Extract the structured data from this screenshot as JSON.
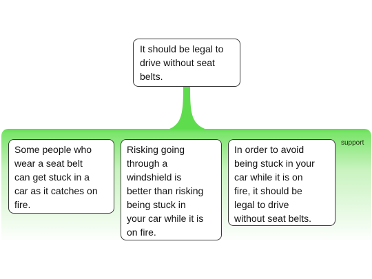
{
  "diagram": {
    "claim": {
      "text": "It should be legal to\ndrive without seat\nbelts."
    },
    "support_group": {
      "label": "support",
      "color": "#5fdc4d"
    },
    "reasons": [
      {
        "text": "Some people who\nwear a seat belt\ncan get stuck in a\ncar as it catches on\nfire."
      },
      {
        "text": "Risking going\nthrough a\nwindshield is\nbetter than risking\nbeing stuck in\nyour car while it is\non fire."
      },
      {
        "text": "In order to avoid\nbeing stuck in your\ncar while it is on\nfire, it should be\nlegal to drive\nwithout seat belts."
      }
    ]
  }
}
